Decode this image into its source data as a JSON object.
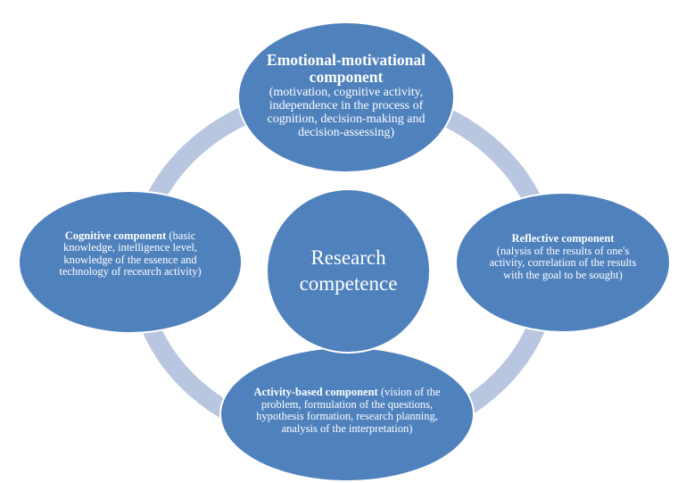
{
  "center": {
    "label": "Research competence"
  },
  "components": {
    "top": {
      "title": "Emotional-motivational component",
      "detail": "(motivation, cognitive activity, independence in the process of cognition, decision-making and decision-assessing)"
    },
    "left": {
      "title": "Cognitive component",
      "detail": " (basic knowledge, intelligence level, knowledge of the essence and technology of recearch activity)"
    },
    "right": {
      "title": "Reflective component",
      "detail": "(nalysis of the results of one's activity,  correlation of the results with the goal to be sought)"
    },
    "bottom": {
      "title": "Activity-based component",
      "detail": " (vision of the problem, formulation of the questions, hypothesis formation, research planning, analysis of the interpretation)"
    }
  },
  "colors": {
    "node_fill": "#4f81bd",
    "ring": "#b8c6df",
    "text": "#ffffff"
  }
}
